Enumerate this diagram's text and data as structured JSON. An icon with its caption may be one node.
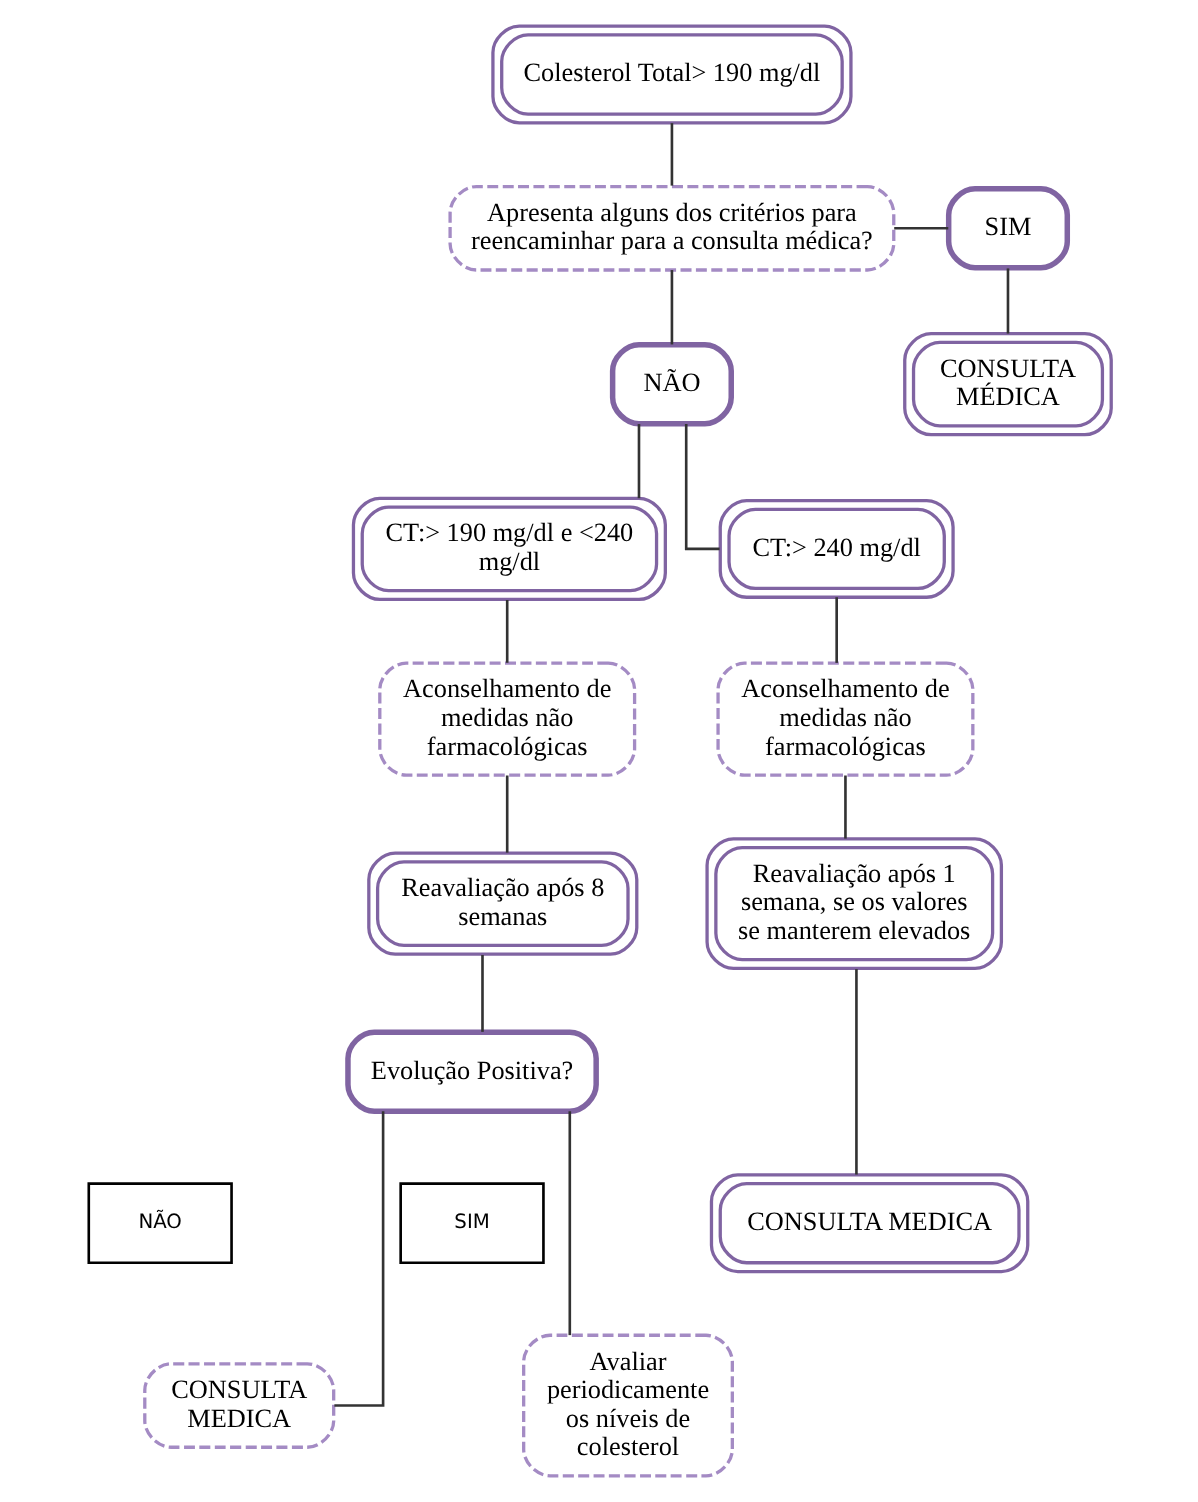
{
  "diagram": {
    "nodes": [
      {
        "text": [
          "Colesterol Total> 190 mg/dl"
        ]
      },
      {
        "text": [
          "Apresenta alguns dos critérios para reencaminhar para a consulta médica?"
        ]
      },
      {
        "text": [
          "SIM"
        ]
      },
      {
        "text": [
          "CONSULTA MÉDICA"
        ]
      },
      {
        "text": [
          "NÃO"
        ]
      },
      {
        "text": [
          "CT:> 190 mg/dl e <240 mg/dl"
        ]
      },
      {
        "text": [
          "CT:> 240 mg/dl"
        ]
      },
      {
        "text": [
          "Aconselhamento de medidas não farmacológicas"
        ]
      },
      {
        "text": [
          "Aconselhamento de medidas não farmacológicas"
        ]
      },
      {
        "text": [
          "Reavaliação após 8 semanas"
        ]
      },
      {
        "text": [
          "Reavaliação após 1 semana, se os valores se manterem elevados"
        ]
      },
      {
        "text": [
          "Evolução Positiva?"
        ]
      },
      {
        "text": [
          "CONSULTA MEDICA"
        ]
      },
      {
        "text": [
          "NÃO"
        ]
      },
      {
        "text": [
          "SIM"
        ]
      },
      {
        "text": [
          "CONSULTA MEDICA"
        ]
      },
      {
        "text": [
          "Avaliar periodicamente os níveis de colesterol"
        ]
      }
    ],
    "edges": [
      {
        "from": 0,
        "to": 1,
        "arrow": "none"
      },
      {
        "from": 1,
        "to": 2,
        "arrow": "none"
      },
      {
        "from": 2,
        "to": 3,
        "arrow": "none"
      },
      {
        "from": 1,
        "to": 4,
        "arrow": "none"
      },
      {
        "from": 4,
        "to": 5,
        "arrow": "none"
      },
      {
        "from": 4,
        "to": 6,
        "arrow": "none"
      },
      {
        "from": 5,
        "to": 7,
        "arrow": "none"
      },
      {
        "from": 7,
        "to": 9,
        "arrow": "none"
      },
      {
        "from": 9,
        "to": 11,
        "arrow": "none"
      },
      {
        "from": 6,
        "to": 8,
        "arrow": "none"
      },
      {
        "from": 8,
        "to": 10,
        "arrow": "none"
      },
      {
        "from": 10,
        "to": 12,
        "arrow": "none"
      },
      {
        "from": 11,
        "to": 15,
        "arrow": "none"
      },
      {
        "from": 11,
        "to": 16,
        "arrow": "none"
      }
    ]
  }
}
